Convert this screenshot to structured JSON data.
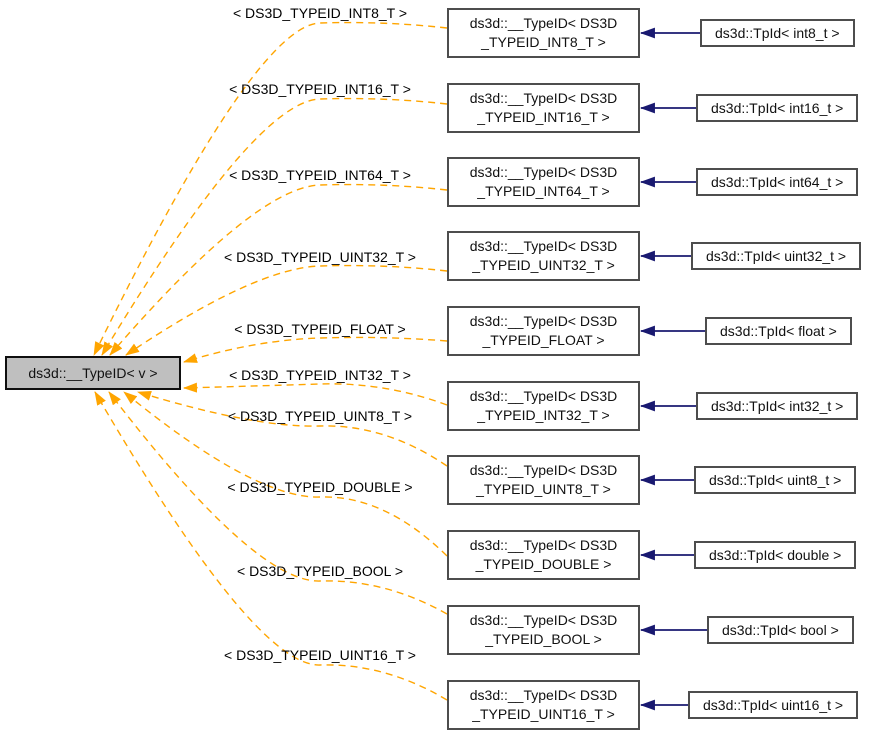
{
  "diagram": {
    "root_label": "ds3d::__TypeID< v >",
    "rows": [
      {
        "id": "int8",
        "instance": "ds3d::__TypeID< DS3D\n_TYPEID_INT8_T >",
        "edge_label": "< DS3D_TYPEID_INT8_T >",
        "tpid": "ds3d::TpId< int8_t >"
      },
      {
        "id": "int16",
        "instance": "ds3d::__TypeID< DS3D\n_TYPEID_INT16_T >",
        "edge_label": "< DS3D_TYPEID_INT16_T >",
        "tpid": "ds3d::TpId< int16_t >"
      },
      {
        "id": "int64",
        "instance": "ds3d::__TypeID< DS3D\n_TYPEID_INT64_T >",
        "edge_label": "< DS3D_TYPEID_INT64_T >",
        "tpid": "ds3d::TpId< int64_t >"
      },
      {
        "id": "uint32",
        "instance": "ds3d::__TypeID< DS3D\n_TYPEID_UINT32_T >",
        "edge_label": "< DS3D_TYPEID_UINT32_T >",
        "tpid": "ds3d::TpId< uint32_t >"
      },
      {
        "id": "float",
        "instance": "ds3d::__TypeID< DS3D\n_TYPEID_FLOAT >",
        "edge_label": "< DS3D_TYPEID_FLOAT >",
        "tpid": "ds3d::TpId< float >"
      },
      {
        "id": "int32",
        "instance": "ds3d::__TypeID< DS3D\n_TYPEID_INT32_T >",
        "edge_label": "< DS3D_TYPEID_INT32_T >",
        "tpid": "ds3d::TpId< int32_t >"
      },
      {
        "id": "uint8",
        "instance": "ds3d::__TypeID< DS3D\n_TYPEID_UINT8_T >",
        "edge_label": "< DS3D_TYPEID_UINT8_T >",
        "tpid": "ds3d::TpId< uint8_t >"
      },
      {
        "id": "double",
        "instance": "ds3d::__TypeID< DS3D\n_TYPEID_DOUBLE >",
        "edge_label": "< DS3D_TYPEID_DOUBLE >",
        "tpid": "ds3d::TpId< double >"
      },
      {
        "id": "bool",
        "instance": "ds3d::__TypeID< DS3D\n_TYPEID_BOOL >",
        "edge_label": "< DS3D_TYPEID_BOOL >",
        "tpid": "ds3d::TpId< bool >"
      },
      {
        "id": "uint16",
        "instance": "ds3d::__TypeID< DS3D\n_TYPEID_UINT16_T >",
        "edge_label": "< DS3D_TYPEID_UINT16_T >",
        "tpid": "ds3d::TpId< uint16_t >"
      }
    ],
    "colors": {
      "template_edge": "#ffa500",
      "inheritance_edge": "#191970",
      "root_fill": "#bfbfbf",
      "node_fill": "#ffffff",
      "node_border": "#4d4d4d",
      "text": "#000000",
      "background": "#ffffff"
    }
  }
}
